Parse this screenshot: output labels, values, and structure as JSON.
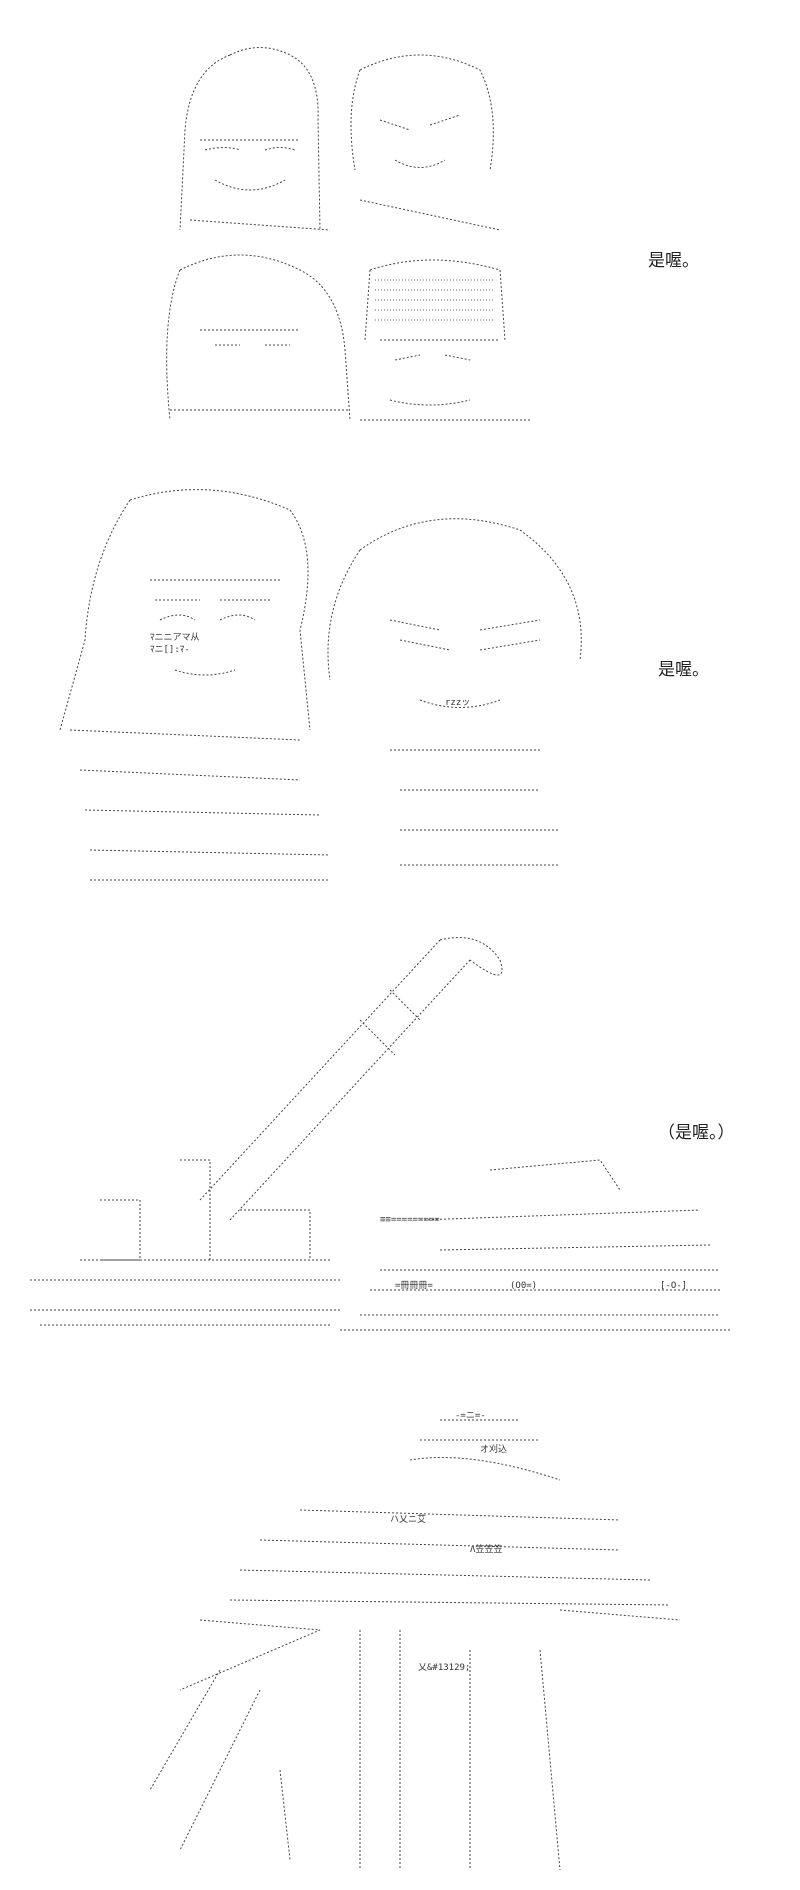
{
  "panels": [
    {
      "caption": "是喔。",
      "art_description_icon": "four-characters-ascii-art"
    },
    {
      "caption": "是喔。",
      "art_description_icon": "two-characters-ascii-art"
    },
    {
      "caption": "（是喔。）",
      "art_description_icon": "tanks-ascii-art"
    },
    {
      "caption": "",
      "art_description_icon": "armored-robot-ascii-art"
    }
  ],
  "art_text": {
    "p2_a": "rzzッ",
    "p2_b": "ﾏニニアマ从",
    "p2_c": "ﾏニ[]:ﾏ-",
    "p3_a": "≡≡=========",
    "p3_b": "=冊冊冊=",
    "p3_c": "(O0=)",
    "p3_d": "[-O-]",
    "p4_a": "-=ニ=-",
    "p4_b": "オ刈込",
    "p4_c": "ハ乂ニ艾",
    "p4_d": "Λ笠笠笠",
    "p4_e": "乂&#13129;"
  }
}
